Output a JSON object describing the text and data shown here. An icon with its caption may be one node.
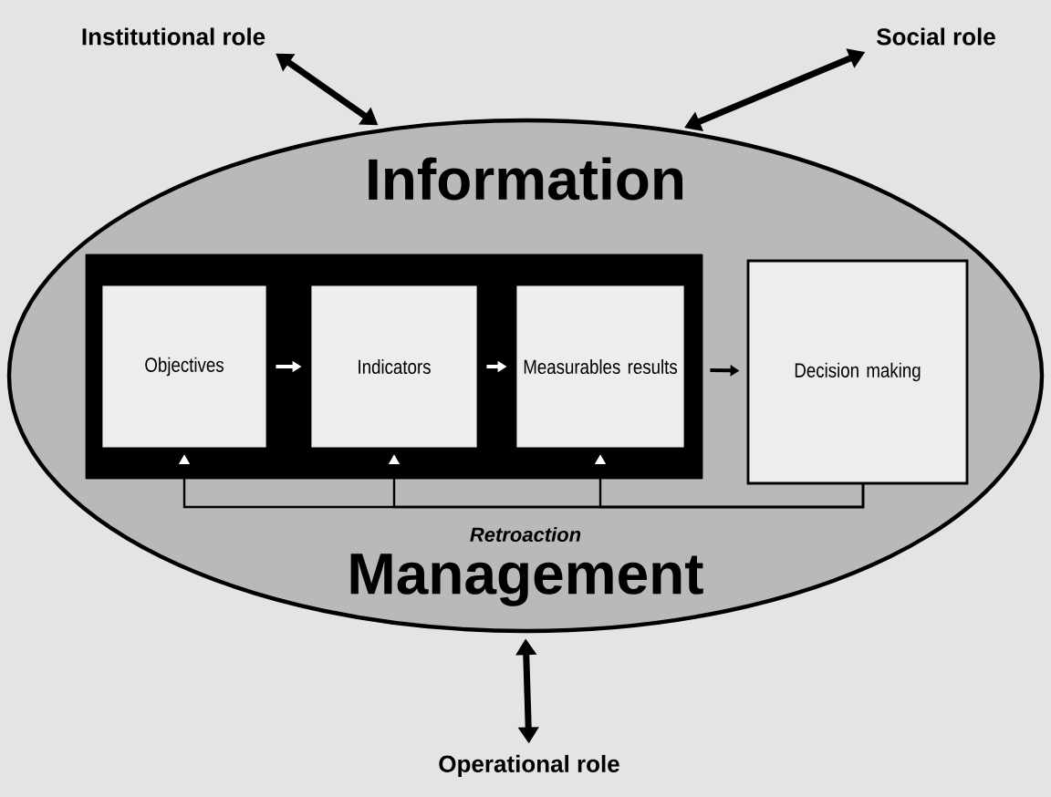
{
  "diagram": {
    "nodes": [
      {
        "text": [
          "Information",
          "Management"
        ]
      },
      {
        "text": [],
        "shape": "box",
        "in": 0
      },
      {
        "text": [
          "Objectives"
        ],
        "in": 1
      },
      {
        "text": [
          "Indicators"
        ],
        "in": 1
      },
      {
        "text": [
          "Measurables results"
        ],
        "in": 1
      },
      {
        "text": [
          "Decision making"
        ],
        "in": 0
      },
      {
        "text": [
          "Institutional role"
        ]
      },
      {
        "text": [
          "Social role"
        ]
      },
      {
        "text": [
          "Operational role"
        ]
      }
    ],
    "edges": [
      {
        "from": 2,
        "to": 3,
        "arrow": "to",
        "color": "#ffffff"
      },
      {
        "from": 3,
        "to": 4,
        "arrow": "to",
        "color": "#ffffff"
      },
      {
        "from": 1,
        "to": 5,
        "arrow": "to"
      },
      {
        "from": 5,
        "to": 2,
        "arrow": "to"
      },
      {
        "from": 5,
        "to": 3,
        "arrow": "to",
        "label": "Retroaction"
      },
      {
        "from": 5,
        "to": 4,
        "arrow": "to"
      },
      {
        "from": 6,
        "to": 0,
        "arrow": "both"
      },
      {
        "from": 7,
        "to": 0,
        "arrow": "both"
      },
      {
        "from": 8,
        "to": 0,
        "arrow": "both"
      }
    ]
  }
}
